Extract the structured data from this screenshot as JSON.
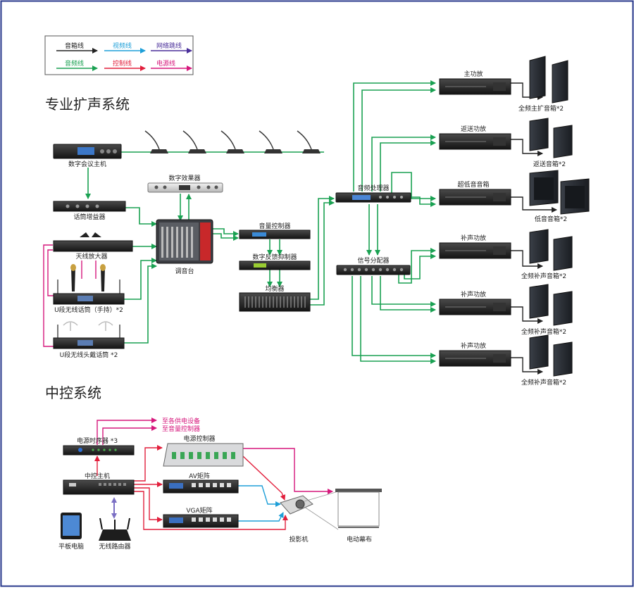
{
  "colors": {
    "speaker": "#222222",
    "video": "#1e9fd8",
    "network": "#4a2f9a",
    "audio": "#1aa152",
    "control": "#e21f3c",
    "power": "#d6177c",
    "frame": "#2a3a8c"
  },
  "legend": {
    "speaker": "音箱线",
    "video": "视频线",
    "network": "网络跳线",
    "audio": "音频线",
    "control": "控制线",
    "power": "电源线"
  },
  "sections": {
    "pa": "专业扩声系统",
    "control": "中控系统"
  },
  "devices": {
    "conf_host": "数字会议主机",
    "mic_preamp": "话筒增益器",
    "antenna_amp": "天线放大器",
    "uhf_handheld": "U段无线话筒（手持）*2",
    "uhf_headset": "U段无线头戴话筒 *2",
    "effects": "数字效果器",
    "mixer": "调音台",
    "volume_ctrl": "音量控制器",
    "feedback": "数字反馈抑制器",
    "eq": "均衡器",
    "processor": "音频处理器",
    "splitter": "信号分配器",
    "main_amp": "主功放",
    "return_amp": "返送功放",
    "sub_amp": "超低音音箱",
    "fill_amp_1": "补声功放",
    "fill_amp_2": "补声功放",
    "fill_amp_3": "补声功放",
    "main_spk": "全频主扩音箱*2",
    "return_spk": "返送音箱*2",
    "sub_spk": "低音音箱*2",
    "fill_spk_1": "全频补声音箱*2",
    "fill_spk_2": "全频补声音箱*2",
    "fill_spk_3": "全频补声音箱*2",
    "sequencer": "电源时序器 *3",
    "to_power": "至各供电设备",
    "to_volume": "至音量控制器",
    "ctrl_host": "中控主机",
    "power_ctrl": "电源控制器",
    "av_matrix": "AV矩阵",
    "vga_matrix": "VGA矩阵",
    "tablet": "平板电脑",
    "router": "无线路由器",
    "projector": "投影机",
    "screen": "电动幕布"
  }
}
